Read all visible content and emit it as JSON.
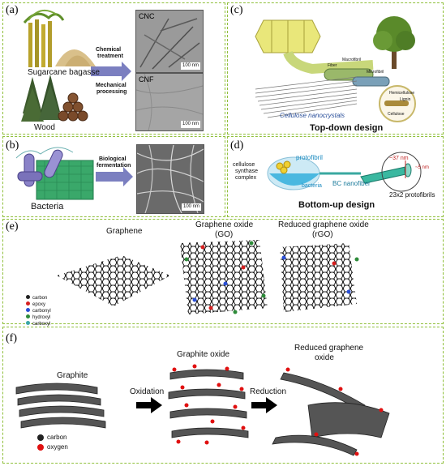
{
  "panels": {
    "a": {
      "label": "(a)",
      "sugarcane": "Sugarcane bagasse",
      "wood": "Wood",
      "arrow_top1": "Chemical",
      "arrow_top2": "treatment",
      "arrow_bottom1": "Mechanical",
      "arrow_bottom2": "processing",
      "img1_label": "CNC",
      "img2_label": "CNF",
      "scale1": "100 nm",
      "scale2": "100 nm"
    },
    "b": {
      "label": "(b)",
      "bacteria": "Bacteria",
      "arrow_top": "Biological",
      "arrow_bottom": "fermentation",
      "img_label": "BC",
      "scale": "100 nm"
    },
    "c": {
      "label": "(c)",
      "caption": "Top-down design",
      "fiber": "Fiber",
      "macrofibril": "Macrofibril",
      "microfibril": "Microfibril",
      "hemicellulose": "Hemicellulose",
      "lignin": "Lignin",
      "cellulose": "Cellulose",
      "nanocrystals": "Cellulose nanocrystals"
    },
    "d": {
      "label": "(d)",
      "caption": "Bottom-up design",
      "complex1": "cellulose",
      "complex2": "synthase",
      "complex3": "complex",
      "protofibril": "protofibril",
      "bacteria": "bacteria",
      "bc_nanofiber": "BC nanofiber",
      "size": "~37 nm",
      "size2": "~5 nm",
      "protofibrils": "23x2 protofibrils"
    },
    "e": {
      "label": "(e)",
      "graphene": "Graphene",
      "go1": "Graphene oxide",
      "go2": "(GO)",
      "rgo1": "Reduced graphene oxide",
      "rgo2": "(rGO)",
      "legend": [
        {
          "name": "carbon",
          "color": "#222222"
        },
        {
          "name": "epoxy",
          "color": "#d62020"
        },
        {
          "name": "carbonyl",
          "color": "#2a4fd6"
        },
        {
          "name": "hydroxyl",
          "color": "#2e8b3a"
        },
        {
          "name": "carboxyl",
          "color": "#3aa6a6"
        }
      ]
    },
    "f": {
      "label": "(f)",
      "graphite": "Graphite",
      "graphite_oxide": "Graphite oxide",
      "oxidation": "Oxidation",
      "reduction": "Reduction",
      "rgo1": "Reduced graphene",
      "rgo2": "oxide",
      "legend": [
        {
          "name": "carbon",
          "color": "#222222"
        },
        {
          "name": "oxygen",
          "color": "#e01010"
        }
      ]
    }
  },
  "colors": {
    "border": "#8fbf3a",
    "arrow": "#7b7fc0"
  }
}
